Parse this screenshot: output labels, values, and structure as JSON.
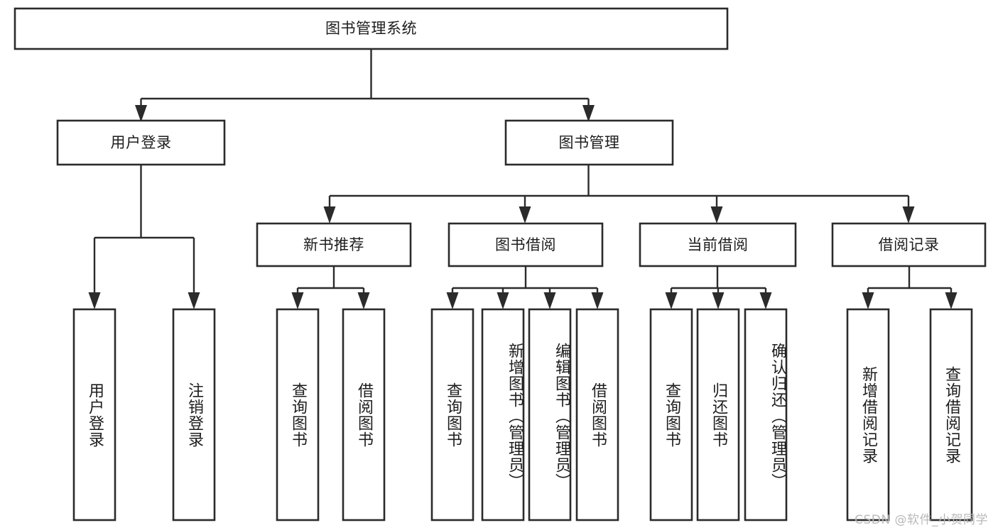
{
  "diagram": {
    "type": "tree-hierarchy",
    "title": "图书管理系统",
    "orientation": "top-down",
    "style": {
      "box_fill": "#ffffff",
      "box_stroke": "#2b2b2b",
      "connector_stroke": "#2b2b2b",
      "text_color": "#1d1d1d",
      "background": "#ffffff",
      "watermark_color": "#b9b9b9"
    },
    "root": {
      "label": "图书管理系统",
      "level": 1
    },
    "level2": [
      {
        "label": "用户登录"
      },
      {
        "label": "图书管理"
      }
    ],
    "level3": [
      {
        "label": "新书推荐"
      },
      {
        "label": "图书借阅"
      },
      {
        "label": "当前借阅"
      },
      {
        "label": "借阅记录"
      }
    ],
    "leaves": {
      "user_login": [
        {
          "label": "用户登录"
        },
        {
          "label": "注销登录"
        }
      ],
      "new_book_recommend": [
        {
          "label": "查询图书"
        },
        {
          "label": "借阅图书"
        }
      ],
      "book_borrow": [
        {
          "label": "查询图书"
        },
        {
          "label": "新增图书（管理员）"
        },
        {
          "label": "编辑图书（管理员）"
        },
        {
          "label": "借阅图书"
        }
      ],
      "current_borrow": [
        {
          "label": "查询图书"
        },
        {
          "label": "归还图书"
        },
        {
          "label": "确认归还（管理员）"
        }
      ],
      "borrow_record": [
        {
          "label": "新增借阅记录"
        },
        {
          "label": "查询借阅记录"
        }
      ]
    }
  },
  "watermark": {
    "text": "CSDN @软件_小贺同学"
  }
}
